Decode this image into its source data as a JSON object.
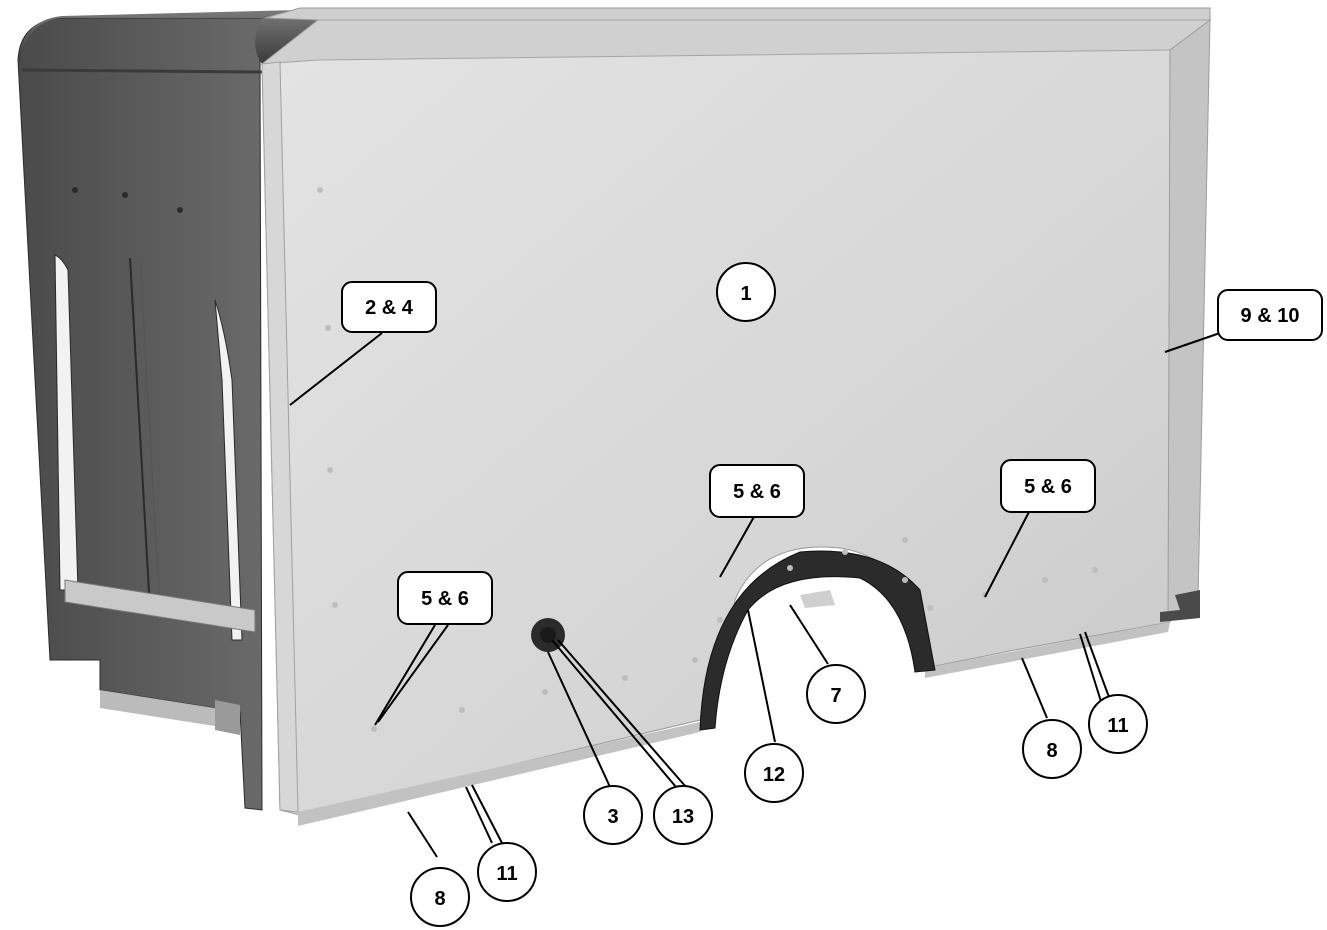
{
  "diagram": {
    "callouts": [
      {
        "id": "c1",
        "label": "1"
      },
      {
        "id": "c24",
        "label": "2 & 4"
      },
      {
        "id": "c910",
        "label": "9 & 10"
      },
      {
        "id": "c56a",
        "label": "5 & 6"
      },
      {
        "id": "c56b",
        "label": "5 & 6"
      },
      {
        "id": "c56c",
        "label": "5 & 6"
      },
      {
        "id": "c7",
        "label": "7"
      },
      {
        "id": "c12",
        "label": "12"
      },
      {
        "id": "c3",
        "label": "3"
      },
      {
        "id": "c13",
        "label": "13"
      },
      {
        "id": "c8a",
        "label": "8"
      },
      {
        "id": "c11a",
        "label": "11"
      },
      {
        "id": "c8b",
        "label": "8"
      },
      {
        "id": "c11b",
        "label": "11"
      }
    ]
  },
  "colors": {
    "panel_light": "#d9d9d9",
    "panel_mid": "#cfcfcf",
    "front_dark": "#5a5a5a",
    "trim": "#bdbdbd",
    "fender": "#2a2a2a",
    "outline": "#000000"
  }
}
